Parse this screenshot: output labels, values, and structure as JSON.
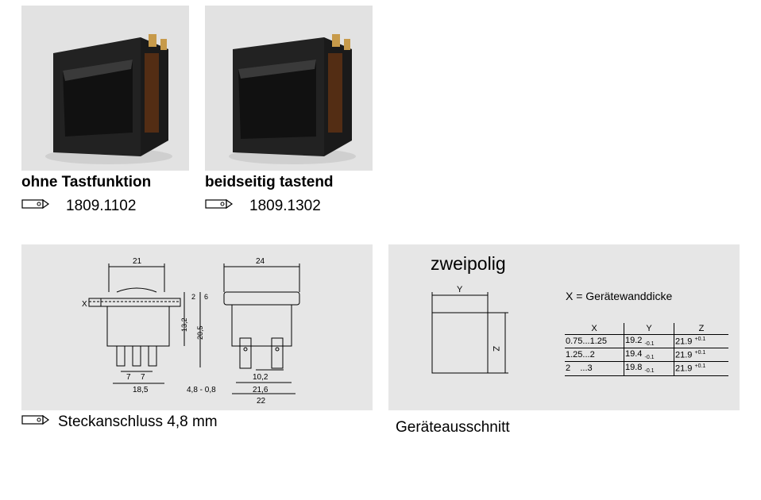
{
  "products": [
    {
      "caption": "ohne Tastfunktion",
      "code": "1809.1102",
      "connector_icon": "plug-connector-icon"
    },
    {
      "caption": "beidseitig tastend",
      "code": "1809.1302",
      "connector_icon": "plug-connector-icon"
    }
  ],
  "drawing": {
    "dims": {
      "w21": "21",
      "w24": "24",
      "h2": "2",
      "h6": "6",
      "h13": "13,2",
      "h20": "20,5",
      "x": "X",
      "d7a": "7",
      "d7b": "7",
      "d18": "18,5",
      "d48": "4,8 - 0,8",
      "d10": "10,2",
      "d21": "21,6",
      "d22": "22"
    },
    "caption": "Steckanschluss 4,8 mm"
  },
  "cutout": {
    "title": "zweipolig",
    "y_label": "Y",
    "z_label": "Z",
    "legend": "X = Gerätewanddicke",
    "table": {
      "headers": [
        "X",
        "Y",
        "Z"
      ],
      "rows": [
        [
          "0.75...1.25",
          "19.2",
          "-0.1",
          "21.9",
          "+0.1"
        ],
        [
          "1.25...2",
          "19.4",
          "-0.1",
          "21.9",
          "+0.1"
        ],
        [
          "2    ...3",
          "19.8",
          "-0.1",
          "21.9",
          "+0.1"
        ]
      ]
    },
    "caption": "Geräteausschnitt"
  }
}
